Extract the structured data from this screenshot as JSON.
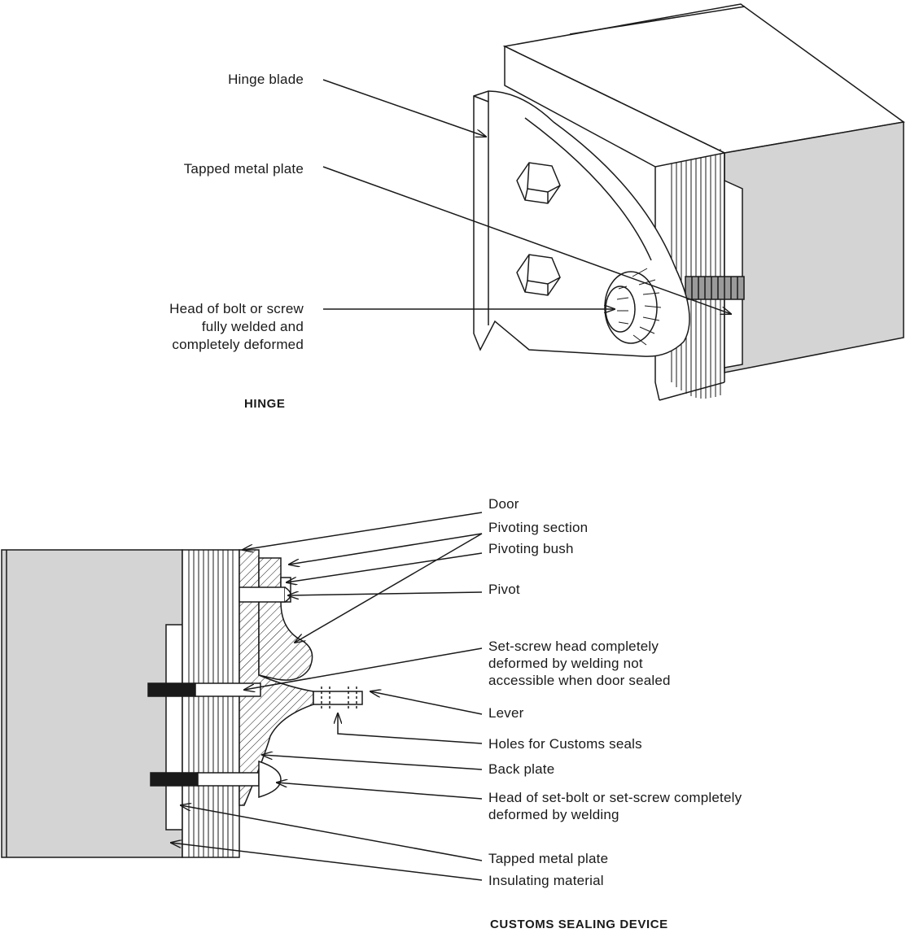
{
  "hinge": {
    "caption": "HINGE",
    "labels": {
      "hinge_blade": "Hinge blade",
      "tapped_plate": "Tapped metal plate",
      "bolt_head_1": "Head of bolt or screw",
      "bolt_head_2": "fully welded and",
      "bolt_head_3": "completely deformed"
    }
  },
  "sealing": {
    "caption": "CUSTOMS SEALING DEVICE",
    "labels": {
      "door": "Door",
      "pivoting_section": "Pivoting section",
      "pivoting_bush": "Pivoting bush",
      "pivot": "Pivot",
      "set_screw_1": "Set-screw head completely",
      "set_screw_2": "deformed by welding not",
      "set_screw_3": "accessible when door sealed",
      "lever": "Lever",
      "holes": "Holes for Customs seals",
      "back_plate": "Back plate",
      "set_bolt_1": "Head of set-bolt or set-screw completely",
      "set_bolt_2": "deformed by welding",
      "tapped_plate": "Tapped metal plate",
      "insulating": "Insulating material"
    }
  },
  "colors": {
    "ink": "#1a1a1a",
    "fill": "#d4d4d4",
    "paper": "#ffffff"
  }
}
